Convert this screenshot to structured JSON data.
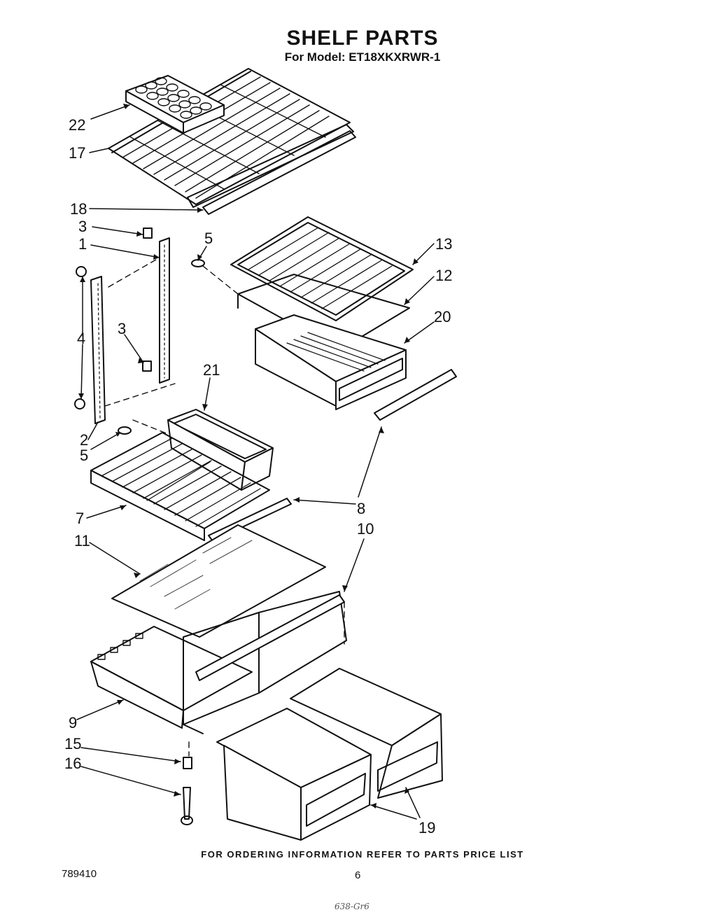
{
  "header": {
    "title": "SHELF PARTS",
    "subtitle": "For Model: ET18XKXRWR-1"
  },
  "callouts": [
    {
      "id": "22",
      "label": "22",
      "part": "egg tray"
    },
    {
      "id": "17",
      "label": "17",
      "part": "wire shelf"
    },
    {
      "id": "18a",
      "label": "18",
      "part": "shelf trim"
    },
    {
      "id": "3a",
      "label": "3",
      "part": "support clip"
    },
    {
      "id": "1",
      "label": "1",
      "part": "right shelf ladder"
    },
    {
      "id": "5a",
      "label": "5",
      "part": "screw"
    },
    {
      "id": "4",
      "label": "4",
      "part": "bumper"
    },
    {
      "id": "3b",
      "label": "3",
      "part": "support clip"
    },
    {
      "id": "2",
      "label": "2",
      "part": "left shelf ladder"
    },
    {
      "id": "5b",
      "label": "5",
      "part": "screw"
    },
    {
      "id": "21",
      "label": "21",
      "part": "bin"
    },
    {
      "id": "13",
      "label": "13",
      "part": "meat pan cover"
    },
    {
      "id": "12",
      "label": "12",
      "part": "cover frame"
    },
    {
      "id": "20",
      "label": "20",
      "part": "meat pan"
    },
    {
      "id": "8",
      "label": "8",
      "part": "shelf trim"
    },
    {
      "id": "7",
      "label": "7",
      "part": "wire shelf"
    },
    {
      "id": "11",
      "label": "11",
      "part": "glass shelf"
    },
    {
      "id": "10",
      "label": "10",
      "part": "crisper frame"
    },
    {
      "id": "9",
      "label": "9",
      "part": "crisper support"
    },
    {
      "id": "15",
      "label": "15",
      "part": "cover support"
    },
    {
      "id": "16",
      "label": "16",
      "part": "support rod"
    },
    {
      "id": "19",
      "label": "19",
      "part": "crisper pans"
    }
  ],
  "footer": {
    "note": "FOR ORDERING INFORMATION REFER TO PARTS PRICE LIST",
    "doc_number": "789410",
    "page_number": "6",
    "handwritten": "638-Gr6"
  }
}
